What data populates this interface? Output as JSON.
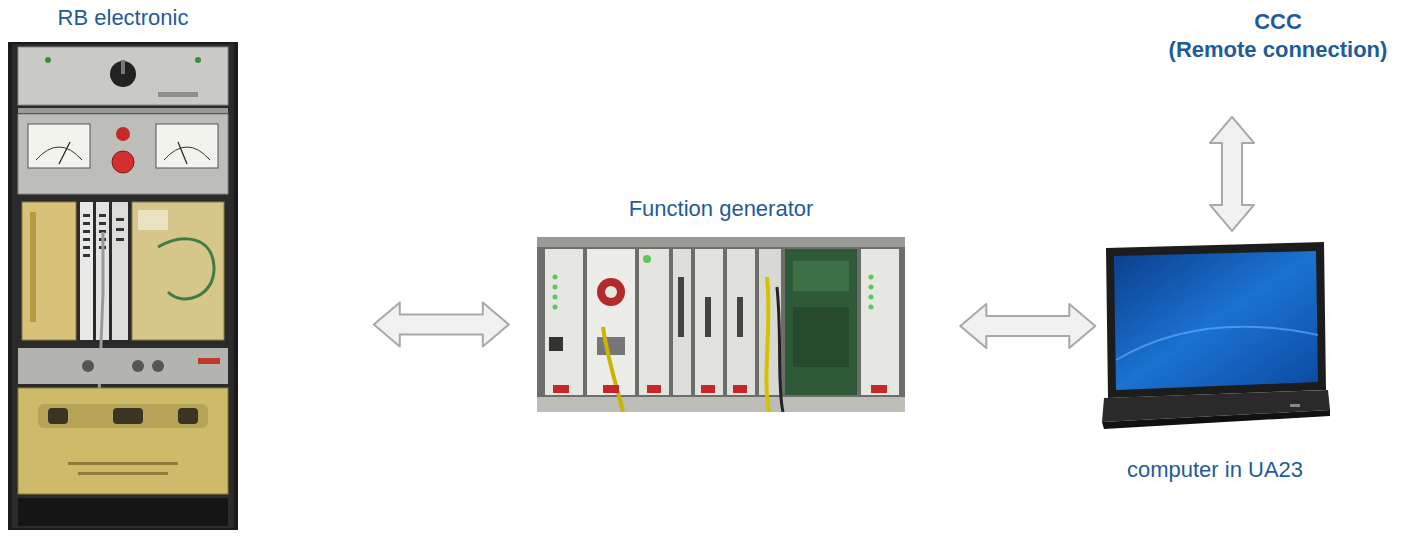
{
  "diagram": {
    "nodes": [
      {
        "text": [
          "RB electronic"
        ]
      },
      {
        "text": [
          "Function generator"
        ]
      },
      {
        "text": [
          "computer in UA23"
        ]
      },
      {
        "text": [
          "CCC (Remote connection)"
        ]
      }
    ],
    "edges": [
      {
        "from": 0,
        "to": 1,
        "arrow": "both"
      },
      {
        "from": 1,
        "to": 2,
        "arrow": "both"
      },
      {
        "from": 2,
        "to": 3,
        "arrow": "both"
      }
    ]
  }
}
